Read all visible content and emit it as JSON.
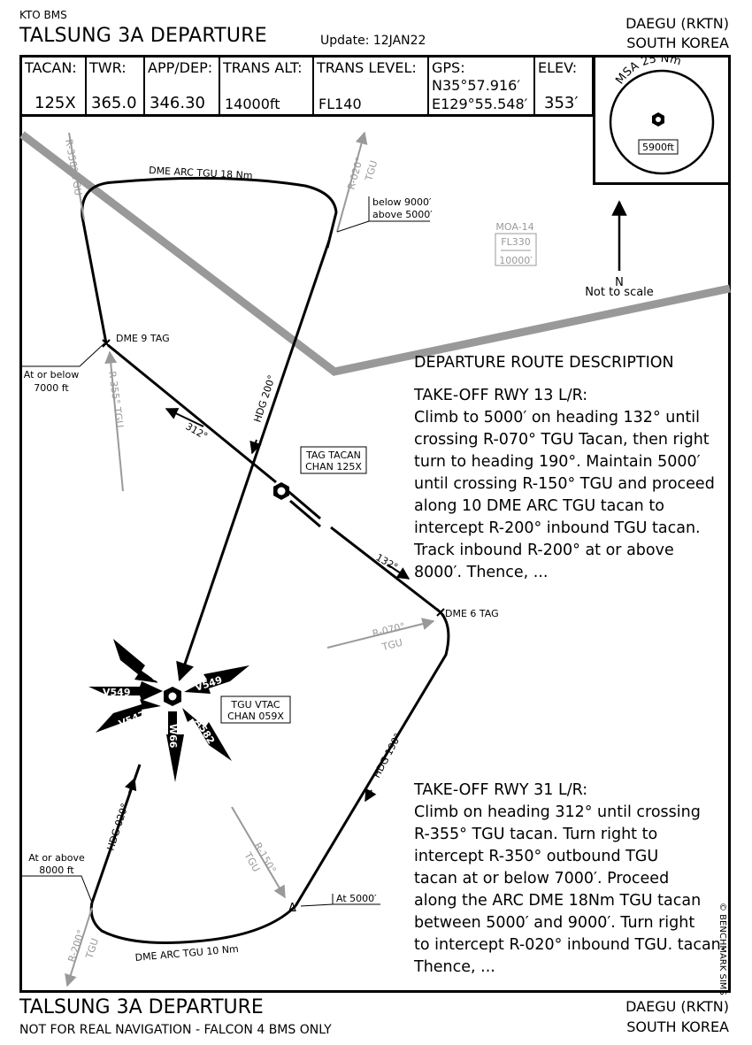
{
  "header": {
    "org": "KTO BMS",
    "title": "TALSUNG 3A DEPARTURE",
    "update": "Update: 12JAN22",
    "city": "DAEGU (RKTN)",
    "country": "SOUTH KOREA"
  },
  "info": {
    "tacan_label": "TACAN:",
    "tacan_value": "125X",
    "twr_label": "TWR:",
    "twr_value": "365.0",
    "appdep_label": "APP/DEP:",
    "appdep_value": "346.30",
    "transalt_label": "TRANS ALT:",
    "transalt_value": "14000ft",
    "translevel_label": "TRANS LEVEL:",
    "translevel_value": "FL140",
    "gps_label": "GPS:",
    "gps_lat": "N35°57.916′",
    "gps_lon": "E129°55.548′",
    "elev_label": "ELEV:",
    "elev_value": "353′"
  },
  "msa": {
    "label": "MSA 25 Nm",
    "altitude": "5900ft"
  },
  "chart": {
    "dme_arc_18": "DME ARC  TGU 18 Nm",
    "dme_arc_10": "DME ARC  TGU 10 Nm",
    "r020_top": "R-020°",
    "tgu": "TGU",
    "r350": "R-350° TGU",
    "below_9000": "below 9000′",
    "above_5000": "above 5000′",
    "moa": "MOA-14",
    "moa_top": "FL330",
    "moa_bottom": "10000′",
    "north": "N",
    "not_to_scale": "Not to scale",
    "dme9": "DME 9 TAG",
    "at_or_below": "At or below",
    "at_or_below_alt": "7000 ft",
    "r355": "R-355° TGU",
    "hdg200": "HDG 200°",
    "hdg312": "312°",
    "tag_tacan": "TAG TACAN",
    "tag_chan": "CHAN 125X",
    "hdg132": "132°",
    "dme6": "DME 6 TAG",
    "r070": "R-070°",
    "tgu_vtac": "TGU VTAC",
    "tgu_chan": "CHAN 059X",
    "hdg190": "HDG 190°",
    "hdg020": "HDG 020°",
    "at_or_above": "At or above",
    "at_or_above_alt": "8000 ft",
    "r150": "R-150°",
    "at5000": "At 5000′",
    "r200": "R-200°",
    "airways": [
      "A582",
      "V549",
      "V549",
      "V547",
      "W66",
      "A582"
    ]
  },
  "route_desc": {
    "heading": "DEPARTURE ROUTE DESCRIPTION",
    "rwy13_title": "TAKE-OFF RWY 13 L/R:",
    "rwy13_lines": [
      "Climb  to 5000′ on heading 132° until",
      "crossing R-070° TGU Tacan, then right",
      "turn to heading 190°. Maintain 5000′",
      "until crossing R-150° TGU and proceed",
      "along 10 DME ARC TGU tacan to",
      "intercept R-200° inbound TGU tacan.",
      "Track inbound R-200° at or above",
      "8000′. Thence, ..."
    ],
    "rwy31_title": "TAKE-OFF RWY 31 L/R:",
    "rwy31_lines": [
      "Climb on heading 312° until crossing",
      "R-355° TGU tacan. Turn right to",
      "intercept R-350° outbound TGU",
      "tacan at or below 7000′. Proceed",
      "along the ARC DME 18Nm TGU tacan",
      "between 5000′ and 9000′. Turn right",
      "to intercept R-020° inbound TGU. tacan.",
      "Thence, ..."
    ]
  },
  "footer": {
    "title": "TALSUNG 3A DEPARTURE",
    "subtitle": "NOT FOR REAL NAVIGATION - FALCON 4 BMS ONLY",
    "city": "DAEGU (RKTN)",
    "country": "SOUTH KOREA",
    "copyright": "© BENCHMARK SIMS"
  }
}
